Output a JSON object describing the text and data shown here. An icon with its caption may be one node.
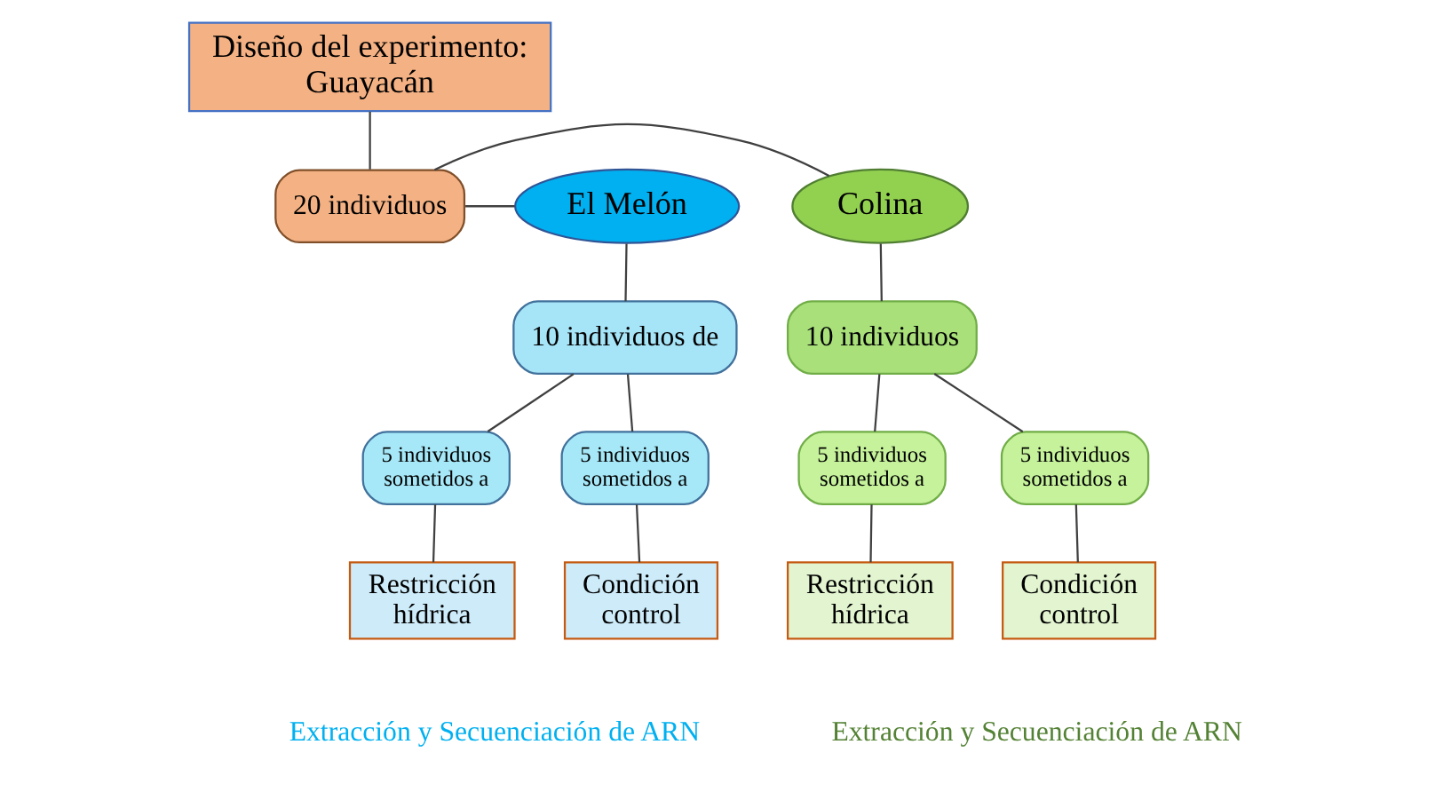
{
  "diagram": {
    "nodes": [
      {
        "text": [
          "Diseño del experimento: Guayacán"
        ]
      },
      {
        "text": [
          "20 individuos"
        ]
      },
      {
        "text": [
          "Colina"
        ]
      },
      {
        "text": [
          "El Melón"
        ]
      },
      {
        "text": [
          "10 individuos"
        ]
      },
      {
        "text": [
          "10 individuos de"
        ]
      },
      {
        "text": [
          "5 individuos sometidos a"
        ]
      },
      {
        "text": [
          "5 individuos sometidos a"
        ]
      },
      {
        "text": [
          "Restricción hídrica"
        ]
      },
      {
        "text": [
          "Condición control"
        ]
      },
      {
        "text": [
          "5 individuos sometidos a"
        ]
      },
      {
        "text": [
          "5 individuos sometidos a"
        ]
      },
      {
        "text": [
          "Restricción hídrica"
        ]
      },
      {
        "text": [
          "Condición control"
        ]
      }
    ],
    "edges": [
      {
        "from": 0,
        "to": 1,
        "arrow": "none"
      },
      {
        "from": 1,
        "to": 2,
        "arrow": "none"
      },
      {
        "from": 1,
        "to": 3,
        "arrow": "none"
      },
      {
        "from": 2,
        "to": 4,
        "arrow": "none"
      },
      {
        "from": 3,
        "to": 5,
        "arrow": "none"
      },
      {
        "from": 4,
        "to": 6,
        "arrow": "none"
      },
      {
        "from": 4,
        "to": 7,
        "arrow": "none"
      },
      {
        "from": 5,
        "to": 10,
        "arrow": "none"
      },
      {
        "from": 5,
        "to": 11,
        "arrow": "none"
      },
      {
        "from": 6,
        "to": 8,
        "arrow": "none"
      },
      {
        "from": 7,
        "to": 9,
        "arrow": "none"
      },
      {
        "from": 10,
        "to": 12,
        "arrow": "none"
      },
      {
        "from": 11,
        "to": 13,
        "arrow": "none"
      }
    ],
    "labels": [
      "Extracción y Secuenciación de ARN",
      "Extracción y Secuenciación de ARN"
    ]
  }
}
